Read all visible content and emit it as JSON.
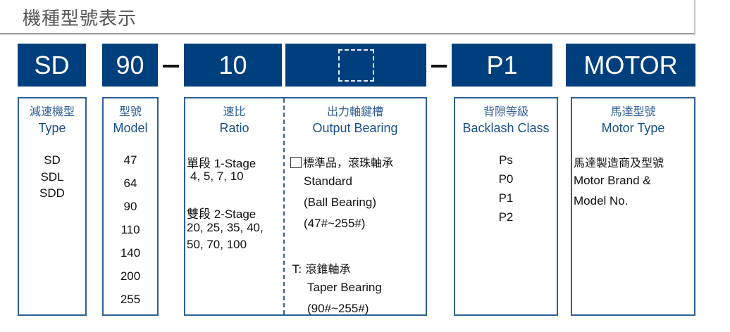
{
  "header": {
    "title": "機種型號表示"
  },
  "code_boxes": [
    {
      "id": "type",
      "label": "SD"
    },
    {
      "id": "model",
      "label": "90"
    },
    {
      "id": "ratio",
      "label": "10"
    },
    {
      "id": "output",
      "label": ""
    },
    {
      "id": "backlash",
      "label": "P1"
    },
    {
      "id": "motor",
      "label": "MOTOR"
    }
  ],
  "separators": [
    "–",
    "–"
  ],
  "columns": {
    "type": {
      "title_cn": "減速機型",
      "title_en": "Type",
      "items": [
        "SD",
        "SDL",
        "SDD"
      ]
    },
    "model": {
      "title_cn": "型號",
      "title_en": "Model",
      "items": [
        "47",
        "64",
        "90",
        "110",
        "140",
        "200",
        "255"
      ]
    },
    "ratio": {
      "title_cn": "速比",
      "title_en": "Ratio",
      "stage1_label": "單段 1-Stage",
      "stage1_values": "4, 5, 7, 10",
      "stage2_label": "雙段 2-Stage",
      "stage2_values_line1": "20, 25, 35, 40,",
      "stage2_values_line2": "50, 70, 100"
    },
    "output": {
      "title_cn": "出力軸鍵槽",
      "title_en": "Output Bearing",
      "standard_cn": "標準品，滾珠軸承",
      "standard_en": "Standard",
      "standard_type": "(Ball Bearing)",
      "standard_range": "(47#~255#)",
      "taper_cn": "T: 滾錐軸承",
      "taper_en": "Taper Bearing",
      "taper_range": "(90#~255#)"
    },
    "backlash": {
      "title_cn": "背隙等級",
      "title_en": "Backlash Class",
      "items": [
        "Ps",
        "P0",
        "P1",
        "P2"
      ]
    },
    "motor": {
      "title_cn": "馬達型號",
      "title_en": "Motor Type",
      "line1": "馬達製造商及型號",
      "line2": "Motor Brand &",
      "line3": "Model No."
    }
  },
  "colors": {
    "brand_blue": "#003f7d",
    "border_blue": "#2f5f96",
    "title_gray": "#555555"
  }
}
